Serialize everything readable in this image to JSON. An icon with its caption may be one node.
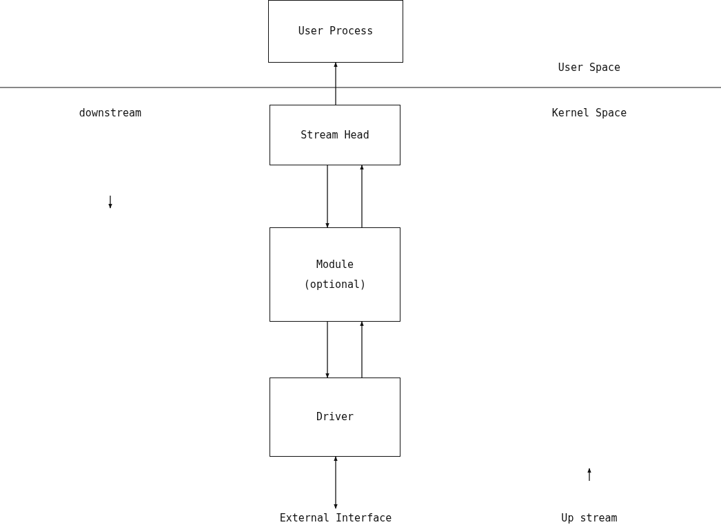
{
  "diagram": {
    "nodes": [
      {
        "text": [
          "User Process"
        ]
      },
      {
        "text": [
          "Stream Head"
        ]
      },
      {
        "text": [
          "Module",
          "(optional)"
        ]
      },
      {
        "text": [
          "Driver"
        ]
      },
      {
        "text": [
          "External Interface"
        ]
      }
    ],
    "edges": [
      {
        "from": 1,
        "to": 0,
        "arrow": "to"
      },
      {
        "from": 1,
        "to": 2,
        "arrow": "to"
      },
      {
        "from": 2,
        "to": 1,
        "arrow": "to"
      },
      {
        "from": 2,
        "to": 3,
        "arrow": "to"
      },
      {
        "from": 3,
        "to": 2,
        "arrow": "to"
      },
      {
        "from": 3,
        "to": 4,
        "arrow": "both"
      }
    ],
    "labels": [
      "User Space",
      "downstream",
      "Kernel Space",
      "Up stream"
    ]
  }
}
